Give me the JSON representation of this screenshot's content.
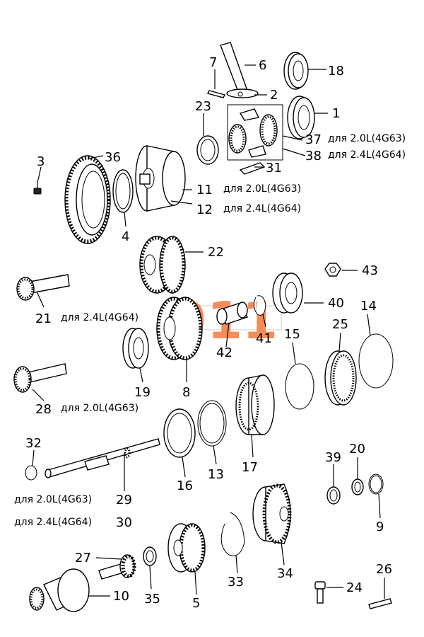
{
  "watermark": {
    "text": "911",
    "color": "#f37a3c"
  },
  "callouts": [
    {
      "id": "c1",
      "number": "1"
    },
    {
      "id": "c2",
      "number": "2"
    },
    {
      "id": "c3",
      "number": "3"
    },
    {
      "id": "c4",
      "number": "4"
    },
    {
      "id": "c5",
      "number": "5"
    },
    {
      "id": "c6",
      "number": "6"
    },
    {
      "id": "c7",
      "number": "7"
    },
    {
      "id": "c8",
      "number": "8"
    },
    {
      "id": "c9",
      "number": "9"
    },
    {
      "id": "c10",
      "number": "10"
    },
    {
      "id": "c11",
      "number": "11",
      "note": "для 2.0L(4G63)"
    },
    {
      "id": "c12",
      "number": "12",
      "note": "для 2.4L(4G64)"
    },
    {
      "id": "c13",
      "number": "13"
    },
    {
      "id": "c14",
      "number": "14"
    },
    {
      "id": "c15",
      "number": "15"
    },
    {
      "id": "c16",
      "number": "16"
    },
    {
      "id": "c17",
      "number": "17"
    },
    {
      "id": "c18",
      "number": "18"
    },
    {
      "id": "c19",
      "number": "19"
    },
    {
      "id": "c20",
      "number": "20"
    },
    {
      "id": "c21",
      "number": "21",
      "note": "для 2.4L(4G64)"
    },
    {
      "id": "c22",
      "number": "22"
    },
    {
      "id": "c23",
      "number": "23"
    },
    {
      "id": "c24",
      "number": "24"
    },
    {
      "id": "c25",
      "number": "25"
    },
    {
      "id": "c26",
      "number": "26"
    },
    {
      "id": "c27",
      "number": "27"
    },
    {
      "id": "c28",
      "number": "28",
      "note": "для 2.0L(4G63)"
    },
    {
      "id": "c29",
      "number": "29",
      "note": "для 2.0L(4G63)"
    },
    {
      "id": "c30",
      "number": "30",
      "note": "для 2.4L(4G64)"
    },
    {
      "id": "c31",
      "number": "31"
    },
    {
      "id": "c32",
      "number": "32"
    },
    {
      "id": "c33",
      "number": "33"
    },
    {
      "id": "c34",
      "number": "34"
    },
    {
      "id": "c35",
      "number": "35"
    },
    {
      "id": "c36",
      "number": "36"
    },
    {
      "id": "c37",
      "number": "37",
      "note": "для 2.0L(4G63)"
    },
    {
      "id": "c38",
      "number": "38",
      "note": "для 2.4L(4G64)"
    },
    {
      "id": "c39",
      "number": "39"
    },
    {
      "id": "c40",
      "number": "40"
    },
    {
      "id": "c41",
      "number": "41"
    },
    {
      "id": "c42",
      "number": "42"
    },
    {
      "id": "c43",
      "number": "43"
    }
  ]
}
